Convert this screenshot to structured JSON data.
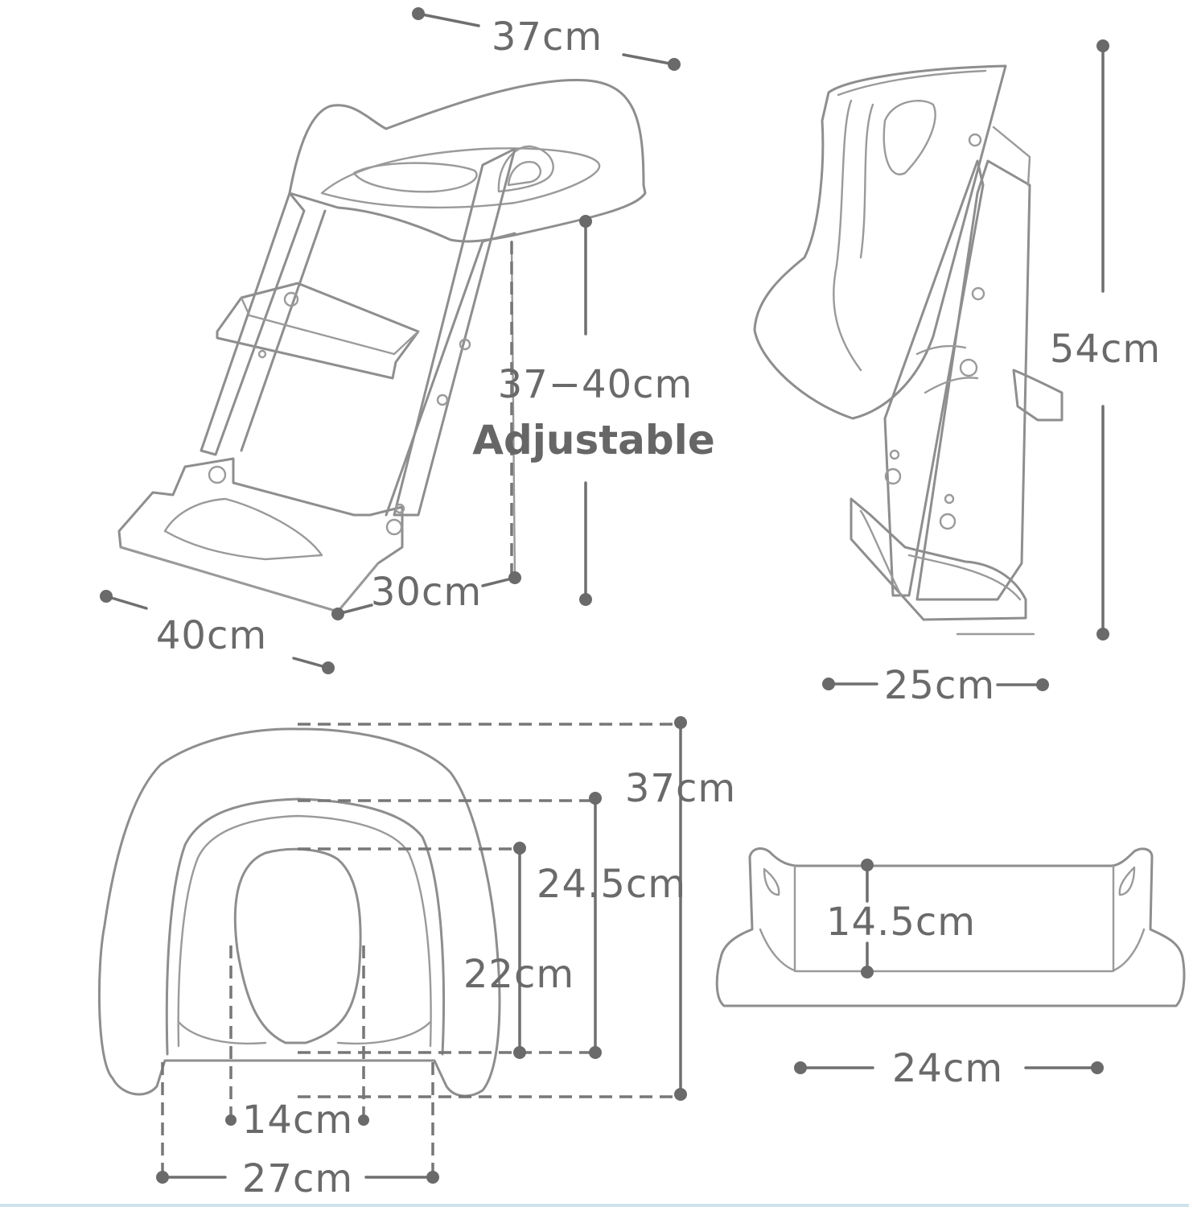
{
  "labels": {
    "seat_width_top": "37cm",
    "height_adjust": "37−40cm",
    "adjustable": "Adjustable",
    "base_depth": "30cm",
    "base_width": "40cm",
    "total_height": "54cm",
    "side_depth": "25cm",
    "seat_outer_length": "37cm",
    "seat_inner_length": "24.5cm",
    "hole_length": "22cm",
    "hole_width": "14cm",
    "seat_inner_width": "27cm",
    "step_depth": "14.5cm",
    "step_width": "24cm"
  },
  "colors": {
    "outline": "#8e8e8e",
    "dimension": "#6a6a6a",
    "background": "#ffffff"
  }
}
